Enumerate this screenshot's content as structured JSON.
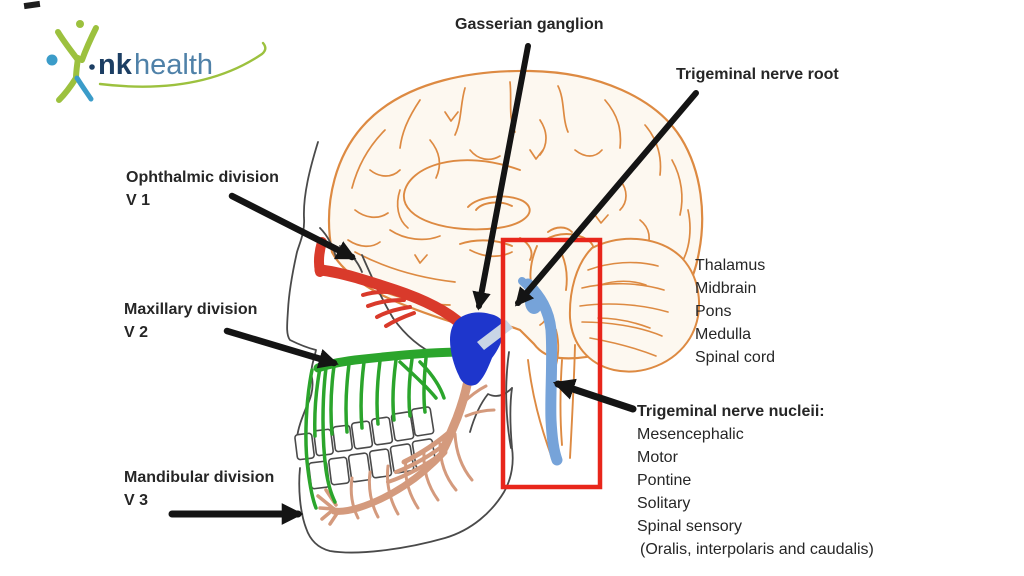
{
  "page": {
    "background": "#ffffff",
    "title": "Trigeminal nerve anatomy diagram"
  },
  "logo": {
    "dot": ".",
    "name_bold": "nk",
    "name_light": "health"
  },
  "callouts": {
    "gasserian": "Gasserian ganglion",
    "trigeminal_root": "Trigeminal nerve root",
    "ophthalmic_line1": "Ophthalmic division",
    "ophthalmic_line2": "V 1",
    "maxillary_line1": "Maxillary division",
    "maxillary_line2": "V 2",
    "mandibular_line1": "Mandibular division",
    "mandibular_line2": "V 3"
  },
  "brainstem_levels": [
    "Thalamus",
    "Midbrain",
    "Pons",
    "Medulla",
    "Spinal cord"
  ],
  "nuclei": {
    "heading": "Trigeminal nerve nucleii:",
    "items": [
      "Mesencephalic",
      "Motor",
      "Pontine",
      "Solitary",
      "Spinal sensory",
      "(Oralis, interpolaris and caudalis)"
    ]
  },
  "figure_structures": [
    {
      "name": "ophthalmic-nerve-v1",
      "color": "#d93a2b"
    },
    {
      "name": "maxillary-nerve-v2",
      "color": "#2ba52c"
    },
    {
      "name": "mandibular-nerve-v3",
      "color": "#d49a7d"
    },
    {
      "name": "gasserian-ganglion",
      "color": "#1e36cc"
    },
    {
      "name": "trigeminal-root-and-spinal-tract",
      "color": "#76a3d9"
    },
    {
      "name": "brainstem-highlight-box",
      "color": "#e8261b"
    },
    {
      "name": "brain-outline",
      "color": "#dd8a42"
    }
  ],
  "colors": {
    "page_bg": "#ffffff",
    "text_dark": "#262626",
    "brain_orange": "#dd8a42",
    "brain_fill": "#fdf8f0",
    "skull_gray": "#4a4a4a",
    "nerve_red": "#d93a2b",
    "nerve_green": "#2ba52c",
    "nerve_tan": "#d49a7d",
    "ganglion_blue": "#1e36cc",
    "root_pale": "#c9d5e6",
    "tract_blue": "#76a3d9",
    "box_red": "#e8261b",
    "arrow_black": "#141414",
    "logo_navy": "#1c3e63",
    "logo_steel": "#4f81a8",
    "logo_lime": "#9cc13e",
    "logo_blue": "#3b9cc9"
  }
}
